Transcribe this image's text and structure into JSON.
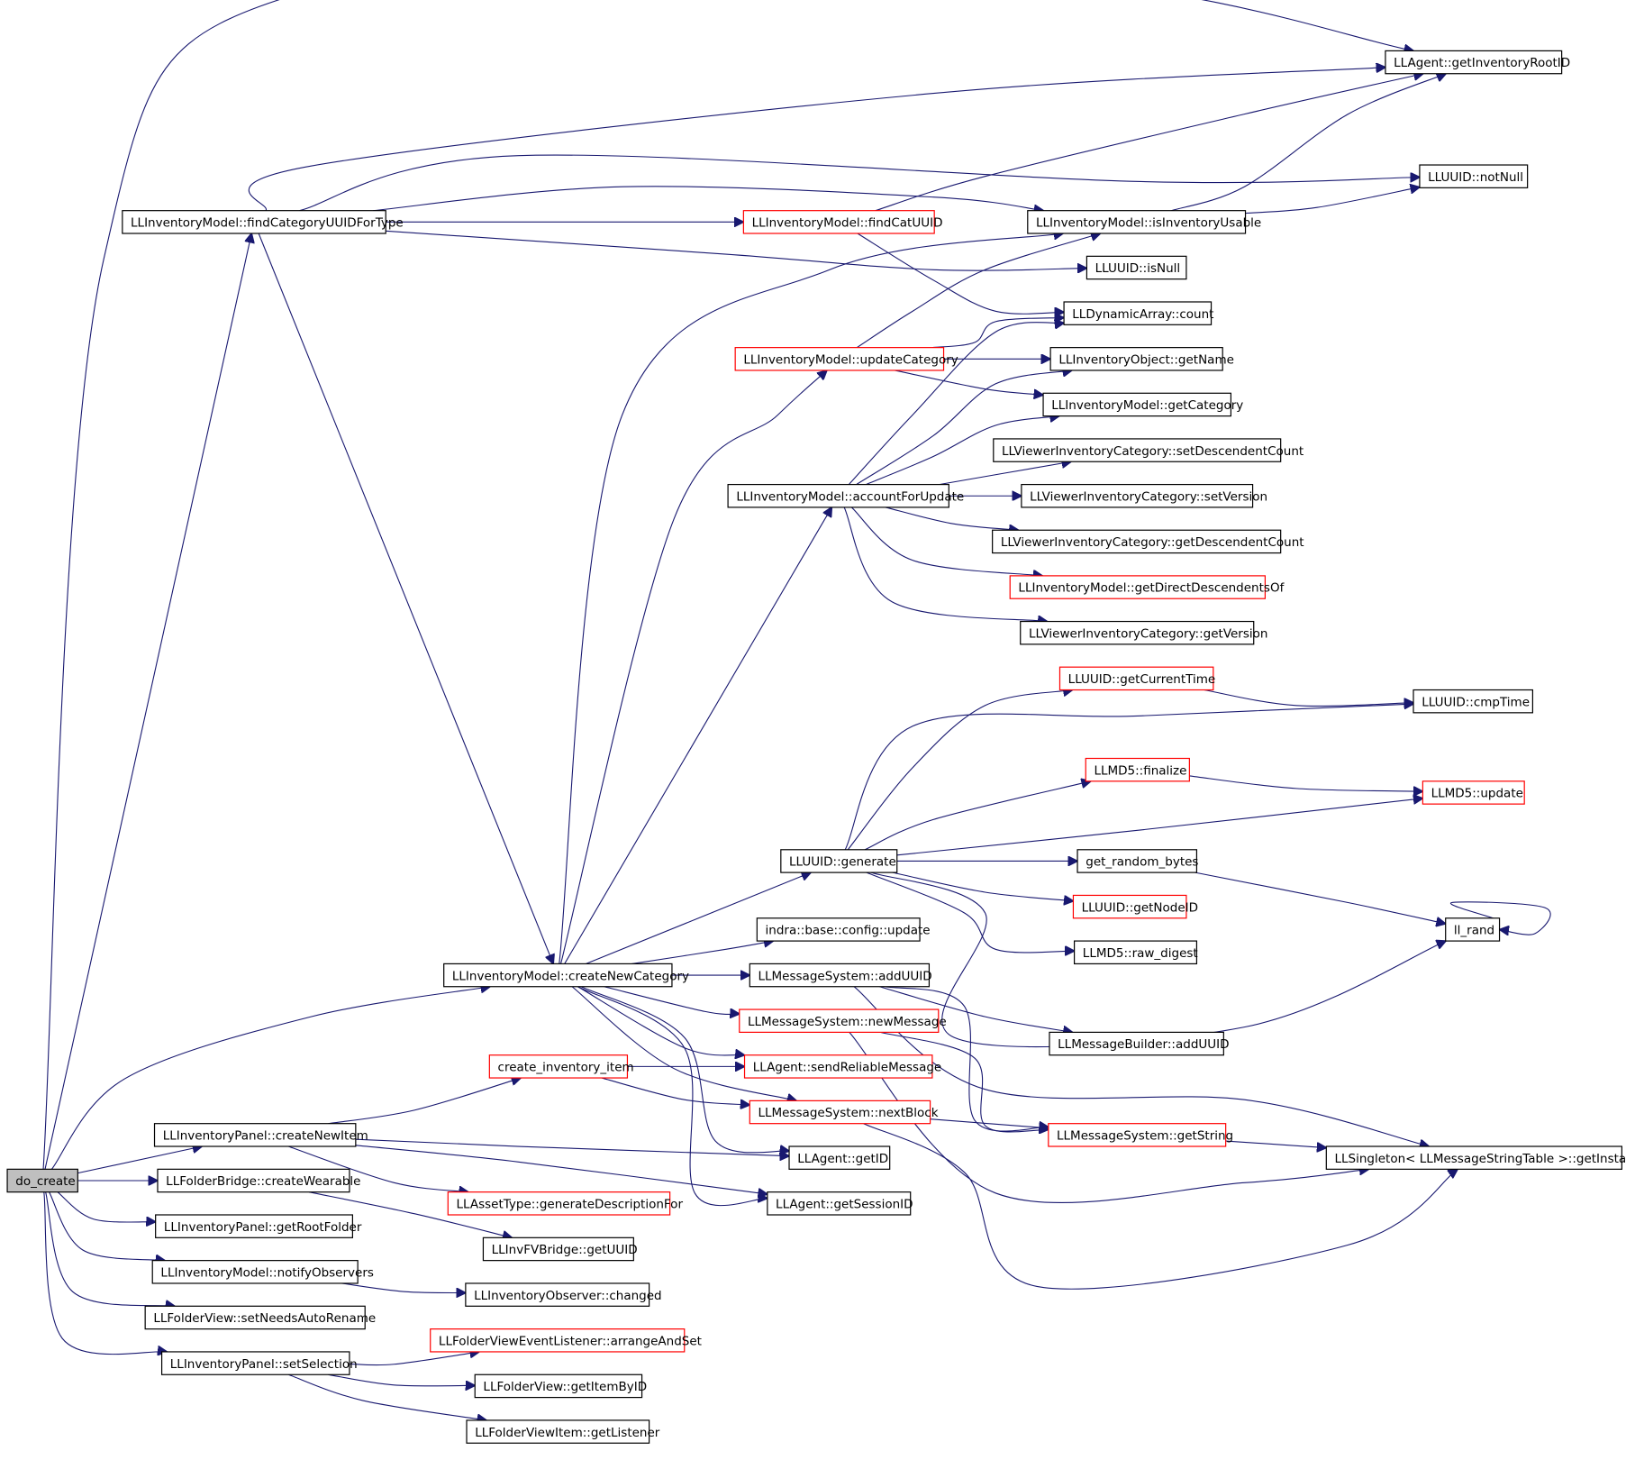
{
  "diagram": {
    "nodes": [
      {
        "id": "do_create",
        "label": "do_create",
        "style": "root"
      },
      {
        "id": "findCategoryUUIDForType",
        "label": "LLInventoryModel::findCategoryUUIDForType",
        "style": "normal"
      },
      {
        "id": "getInventoryRootID",
        "label": "LLAgent::getInventoryRootID",
        "style": "normal"
      },
      {
        "id": "notNull",
        "label": "LLUUID::notNull",
        "style": "normal"
      },
      {
        "id": "findCatUUID",
        "label": "LLInventoryModel::findCatUUID",
        "style": "red"
      },
      {
        "id": "isInventoryUsable",
        "label": "LLInventoryModel::isInventoryUsable",
        "style": "normal"
      },
      {
        "id": "isNull",
        "label": "LLUUID::isNull",
        "style": "normal"
      },
      {
        "id": "count",
        "label": "LLDynamicArray::count",
        "style": "normal"
      },
      {
        "id": "updateCategory",
        "label": "LLInventoryModel::updateCategory",
        "style": "red"
      },
      {
        "id": "getName",
        "label": "LLInventoryObject::getName",
        "style": "normal"
      },
      {
        "id": "getCategory",
        "label": "LLInventoryModel::getCategory",
        "style": "normal"
      },
      {
        "id": "setDescendentCount",
        "label": "LLViewerInventoryCategory::setDescendentCount",
        "style": "normal"
      },
      {
        "id": "accountForUpdate",
        "label": "LLInventoryModel::accountForUpdate",
        "style": "normal"
      },
      {
        "id": "setVersion",
        "label": "LLViewerInventoryCategory::setVersion",
        "style": "normal"
      },
      {
        "id": "getDescendentCount",
        "label": "LLViewerInventoryCategory::getDescendentCount",
        "style": "normal"
      },
      {
        "id": "getDirectDescendentsOf",
        "label": "LLInventoryModel::getDirectDescendentsOf",
        "style": "red"
      },
      {
        "id": "getVersion",
        "label": "LLViewerInventoryCategory::getVersion",
        "style": "normal"
      },
      {
        "id": "getCurrentTime",
        "label": "LLUUID::getCurrentTime",
        "style": "red"
      },
      {
        "id": "cmpTime",
        "label": "LLUUID::cmpTime",
        "style": "normal"
      },
      {
        "id": "md5finalize",
        "label": "LLMD5::finalize",
        "style": "red"
      },
      {
        "id": "md5update",
        "label": "LLMD5::update",
        "style": "red"
      },
      {
        "id": "generate",
        "label": "LLUUID::generate",
        "style": "normal"
      },
      {
        "id": "get_random_bytes",
        "label": "get_random_bytes",
        "style": "normal"
      },
      {
        "id": "ll_rand",
        "label": "ll_rand",
        "style": "normal"
      },
      {
        "id": "getNodeID",
        "label": "LLUUID::getNodeID",
        "style": "red"
      },
      {
        "id": "configupdate",
        "label": "indra::base::config::update",
        "style": "normal"
      },
      {
        "id": "raw_digest",
        "label": "LLMD5::raw_digest",
        "style": "normal"
      },
      {
        "id": "createNewCategory",
        "label": "LLInventoryModel::createNewCategory",
        "style": "normal"
      },
      {
        "id": "addUUID",
        "label": "LLMessageSystem::addUUID",
        "style": "normal"
      },
      {
        "id": "newMessage",
        "label": "LLMessageSystem::newMessage",
        "style": "red"
      },
      {
        "id": "builderAddUUID",
        "label": "LLMessageBuilder::addUUID",
        "style": "normal"
      },
      {
        "id": "create_inventory_item",
        "label": "create_inventory_item",
        "style": "red"
      },
      {
        "id": "sendReliableMessage",
        "label": "LLAgent::sendReliableMessage",
        "style": "red"
      },
      {
        "id": "createNewItem",
        "label": "LLInventoryPanel::createNewItem",
        "style": "normal"
      },
      {
        "id": "nextBlock",
        "label": "LLMessageSystem::nextBlock",
        "style": "red"
      },
      {
        "id": "getString",
        "label": "LLMessageSystem::getString",
        "style": "red"
      },
      {
        "id": "getID",
        "label": "LLAgent::getID",
        "style": "normal"
      },
      {
        "id": "getInstance",
        "label": "LLSingleton< LLMessageStringTable >::getInstance",
        "style": "normal"
      },
      {
        "id": "createWearable",
        "label": "LLFolderBridge::createWearable",
        "style": "normal"
      },
      {
        "id": "getSessionID",
        "label": "LLAgent::getSessionID",
        "style": "normal"
      },
      {
        "id": "generateDescriptionFor",
        "label": "LLAssetType::generateDescriptionFor",
        "style": "red"
      },
      {
        "id": "getRootFolder",
        "label": "LLInventoryPanel::getRootFolder",
        "style": "normal"
      },
      {
        "id": "getUUID",
        "label": "LLInvFVBridge::getUUID",
        "style": "normal"
      },
      {
        "id": "notifyObservers",
        "label": "LLInventoryModel::notifyObservers",
        "style": "normal"
      },
      {
        "id": "changed",
        "label": "LLInventoryObserver::changed",
        "style": "normal"
      },
      {
        "id": "setNeedsAutoRename",
        "label": "LLFolderView::setNeedsAutoRename",
        "style": "normal"
      },
      {
        "id": "arrangeAndSet",
        "label": "LLFolderViewEventListener::arrangeAndSet",
        "style": "red"
      },
      {
        "id": "setSelection",
        "label": "LLInventoryPanel::setSelection",
        "style": "normal"
      },
      {
        "id": "getItemByID",
        "label": "LLFolderView::getItemByID",
        "style": "normal"
      },
      {
        "id": "getListener",
        "label": "LLFolderViewItem::getListener",
        "style": "normal"
      }
    ],
    "colors": {
      "edge": "#191970",
      "border": "#000000",
      "highlight_border": "#ff0000",
      "root_fill": "#bfbfbf"
    }
  }
}
